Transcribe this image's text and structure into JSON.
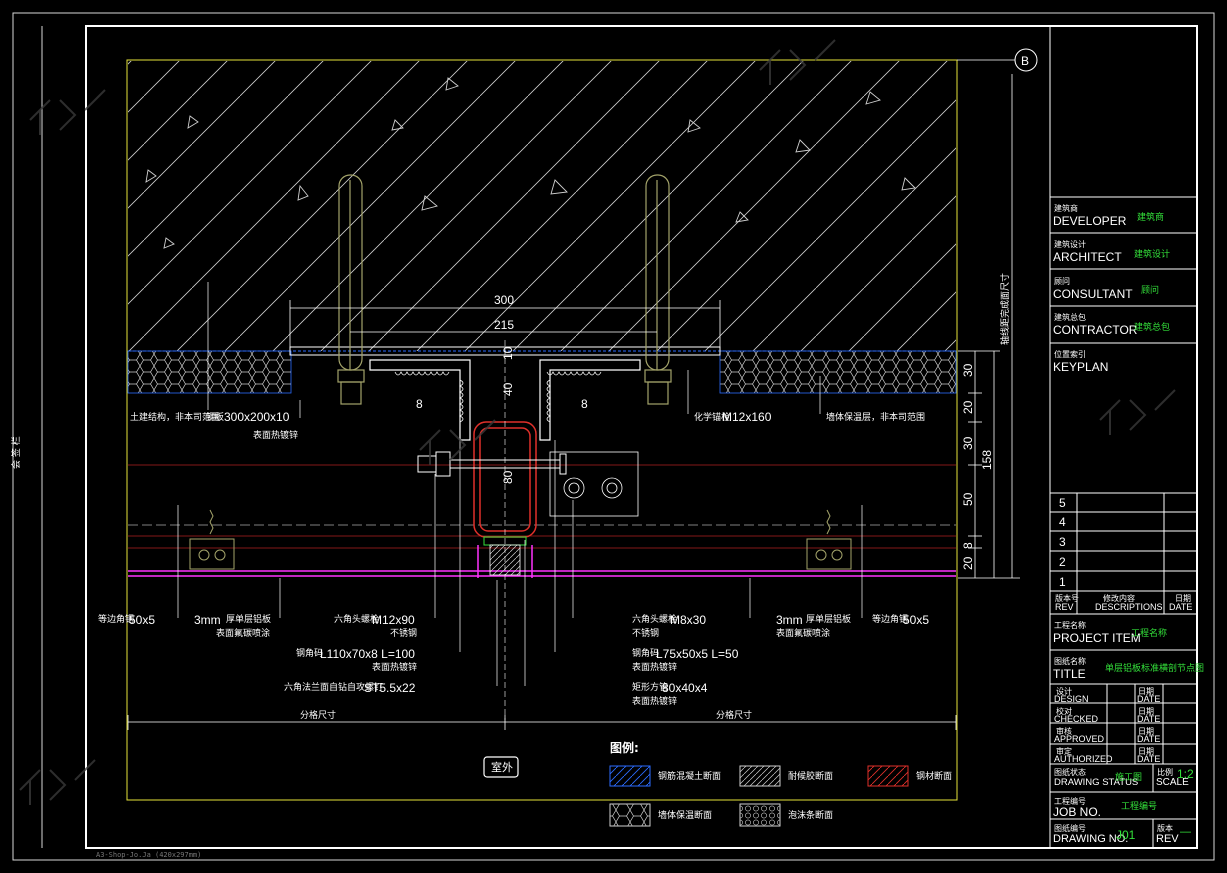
{
  "title_block": {
    "developer_en": "DEVELOPER",
    "developer_cn": "建筑商",
    "developer_value": "建筑商",
    "architect_en": "ARCHITECT",
    "architect_cn": "建筑设计",
    "architect_value": "建筑设计",
    "consultant_en": "CONSULTANT",
    "consultant_cn": "顾问",
    "consultant_value": "顾问",
    "contractor_en": "CONTRACTOR",
    "contractor_cn": "建筑总包",
    "contractor_value": "建筑总包",
    "keyplan_en": "KEYPLAN",
    "keyplan_cn": "位置索引",
    "revision_rows": [
      "5",
      "4",
      "3",
      "2",
      "1"
    ],
    "rev_header_cn": "版本号",
    "rev_header_en": "REV",
    "desc_header_cn": "修改内容",
    "desc_header_en": "DESCRIPTIONS",
    "date_header_cn": "日期",
    "date_header_en": "DATE",
    "project_item_en": "PROJECT ITEM",
    "project_item_cn": "工程名称",
    "project_item_value": "工程名称",
    "title_en": "TITLE",
    "title_cn": "图纸名称",
    "title_value": "单层铝板标准横剖节点图",
    "design_en": "DESIGN",
    "design_cn": "设计",
    "checked_en": "CHECKED",
    "checked_cn": "校对",
    "approved_en": "APPROVED",
    "approved_cn": "审核",
    "authorized_en": "AUTHORIZED",
    "authorized_cn": "审定",
    "date_en": "DATE",
    "date_cn": "日期",
    "status_en": "DRAWING STATUS",
    "status_cn": "图纸状态",
    "status_value": "施工图",
    "scale_en": "SCALE",
    "scale_cn": "比例",
    "scale_value": "1:2",
    "job_en": "JOB NO.",
    "job_cn": "工程编号",
    "job_value": "工程编号",
    "drawing_no_en": "DRAWING NO.",
    "drawing_no_cn": "图纸编号",
    "drawing_no_value": "J01",
    "rev_en": "REV",
    "rev_cn": "版本",
    "rev_value": "—"
  },
  "drawing": {
    "grid_bubble": "B",
    "dims": {
      "d300": "300",
      "d215": "215",
      "d10": "10",
      "d40": "40",
      "d80": "80",
      "r30a": "30",
      "r20a": "20",
      "r30b": "30",
      "r50": "50",
      "r20b": "20",
      "r8": "8",
      "total": "158",
      "weld8_left": "8",
      "weld8_right": "8"
    },
    "vertical_dim_label": "轴线距完成面尺寸",
    "labels": {
      "civil_struct": "土建结构，非本司范围",
      "steel_plate_cn": "钢板",
      "steel_plate_en": "300x200x10",
      "steel_plate_finish": "表面热镀锌",
      "chem_anchor_cn": "化学锚栓",
      "chem_anchor_en": "M12x160",
      "insulation": "墙体保温层，非本司范围",
      "sealant_left_cn": "等边角钢",
      "sealant_left_en": "50x5",
      "al_left_en": "3mm",
      "al_left_cn": "厚单层铝板",
      "al_left_finish": "表面氟碳喷涂",
      "bolt_left_cn": "六角头螺栓",
      "bolt_left_en": "M12x90",
      "bolt_left_note": "不锈钢",
      "angle_left_cn": "钢角码",
      "angle_left_en": "L110x70x8 L=100",
      "angle_left_finish": "表面热镀锌",
      "screw_cn": "六角法兰面自钻自攻螺钉",
      "screw_en": "ST5.5x22",
      "bolt_right_cn": "六角头螺栓",
      "bolt_right_en": "M8x30",
      "bolt_right_note": "不锈钢",
      "angle_right_cn": "钢角码",
      "angle_right_en": "L75x50x5 L=50",
      "angle_right_finish": "表面热镀锌",
      "tube_cn": "矩形方管",
      "tube_en": "80x40x4",
      "tube_finish": "表面热镀锌",
      "al_right_en": "3mm",
      "al_right_cn": "厚单层铝板",
      "al_right_finish": "表面氟碳喷涂",
      "sealant_right_cn": "等边角钢",
      "sealant_right_en": "50x5",
      "span_left": "分格尺寸",
      "span_right": "分格尺寸",
      "outside": "室外"
    },
    "legend": {
      "heading": "图例:",
      "concrete": "钢筋混凝土断面",
      "fireproof": "耐候胶断面",
      "steel": "钢材断面",
      "insulation": "墙体保温断面",
      "foam": "泡沫条断面"
    },
    "left_margin_text": "会 签 栏"
  },
  "footer": "A3-Shop-Jo.Ja (420x297mm)",
  "colors": {
    "background": "#000000",
    "line": "#ffffff",
    "dimension": "#2b6cff",
    "steel": "#e0302a",
    "finish": "#ff33ff",
    "hatch": "#d9d9d9",
    "border_yellow": "#e6e43a",
    "green_text": "#33e03a",
    "bracket_olive": "#a3a36a"
  }
}
